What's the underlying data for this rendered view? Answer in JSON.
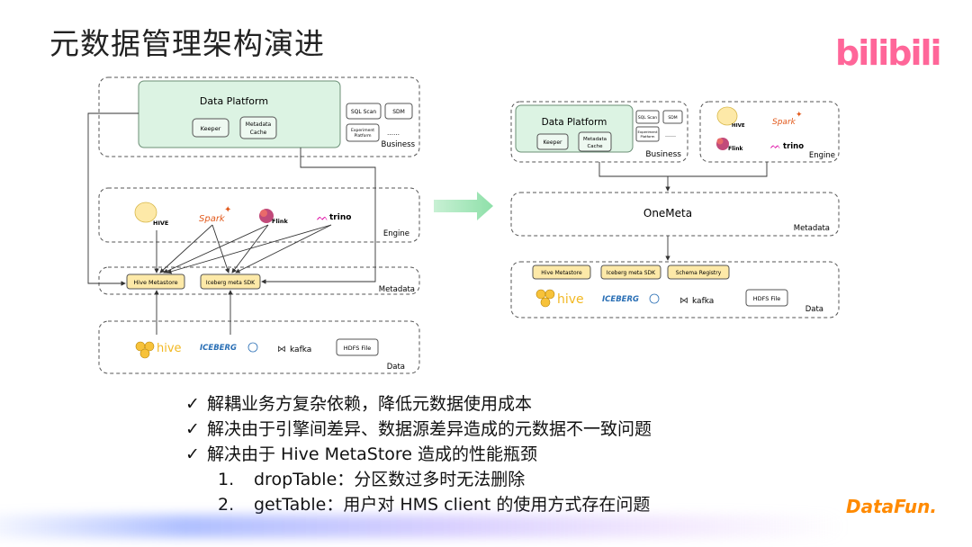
{
  "title": "元数据管理架构演进",
  "logo_text": "bilibili",
  "brand": {
    "primary": "#ff6699",
    "accent": "#ff8a00",
    "node_green": "#dcf3e3",
    "node_yellow": "#fde9a8"
  },
  "left": {
    "business": {
      "data_platform": "Data Platform",
      "keeper": "Keeper",
      "metadata_cache": [
        "Metadata",
        "Cache"
      ],
      "sql_scan": "SQL Scan",
      "sdm": "SDM",
      "experiment_platform": [
        "Experiment",
        "Platform"
      ],
      "ellipsis": "……",
      "label": "Business"
    },
    "engine": {
      "hive": "HIVE",
      "spark": "Spark",
      "flink": "Flink",
      "trino": "trino",
      "label": "Engine"
    },
    "metadata": {
      "hive_metastore": "Hive Metastore",
      "iceberg_sdk": "Iceberg meta SDK",
      "label": "Metadata"
    },
    "data": {
      "hive": "hive",
      "iceberg": "ICEBERG",
      "kafka": "kafka",
      "hdfs": "HDFS File",
      "label": "Data"
    }
  },
  "right": {
    "business": {
      "data_platform": "Data Platform",
      "keeper": "Keeper",
      "metadata_cache": [
        "Metadata",
        "Cache"
      ],
      "sql_scan": "SQL Scan",
      "sdm": "SDM",
      "experiment_platform": [
        "Experiment",
        "Platform"
      ],
      "ellipsis": "……",
      "label": "Business"
    },
    "engine": {
      "hive": "HIVE",
      "spark": "Spark",
      "flink": "Flink",
      "trino": "trino",
      "label": "Engine"
    },
    "metadata": {
      "onemeta": "OneMeta",
      "label": "Metadata"
    },
    "data": {
      "hive_metastore": "Hive Metastore",
      "iceberg_sdk": "Iceberg meta SDK",
      "schema_registry": "Schema Registry",
      "hive": "hive",
      "iceberg": "ICEBERG",
      "kafka": "kafka",
      "hdfs": "HDFS File",
      "label": "Data"
    }
  },
  "bullets": [
    "解耦业务方复杂依赖，降低元数据使用成本",
    "解决由于引擎间差异、数据源差异造成的元数据不一致问题",
    "解决由于 Hive MetaStore 造成的性能瓶颈"
  ],
  "sub_items": [
    {
      "num": "1.",
      "text": "dropTable：分区数过多时无法删除"
    },
    {
      "num": "2.",
      "text": "getTable：用户对 HMS client 的使用方式存在问题"
    }
  ],
  "check_mark": "✓",
  "footer_logo": "DataFun."
}
